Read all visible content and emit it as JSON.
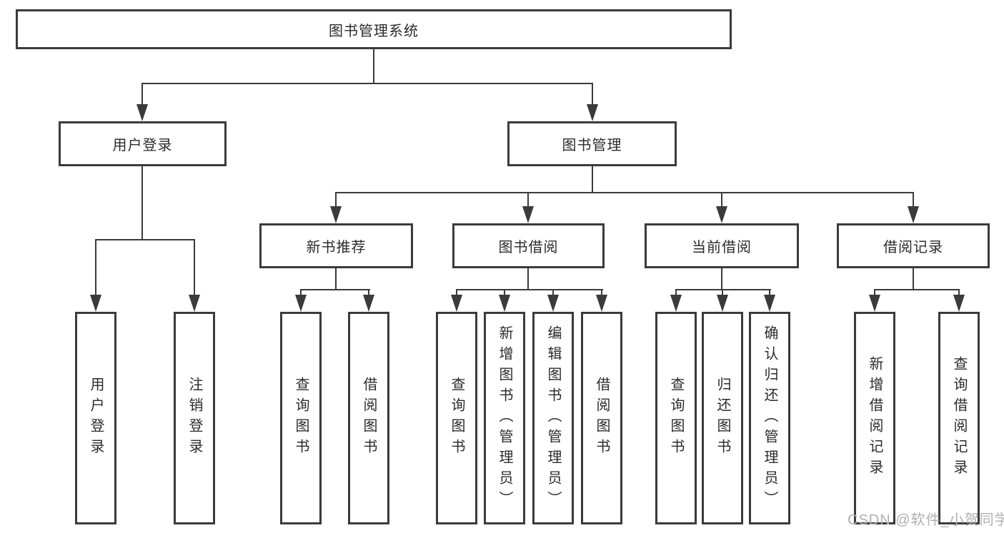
{
  "tree": {
    "root": "图书管理系统",
    "branches": [
      {
        "label": "用户登录",
        "leaves": [
          "用户登录",
          "注销登录"
        ]
      },
      {
        "label": "图书管理",
        "groups": [
          {
            "label": "新书推荐",
            "leaves": [
              "查询图书",
              "借阅图书"
            ]
          },
          {
            "label": "图书借阅",
            "leaves": [
              "查询图书",
              "新增图书（管理员）",
              "编辑图书（管理员）",
              "借阅图书"
            ]
          },
          {
            "label": "当前借阅",
            "leaves": [
              "查询图书",
              "归还图书",
              "确认归还（管理员）"
            ]
          },
          {
            "label": "借阅记录",
            "leaves": [
              "新增借阅记录",
              "查询借阅记录"
            ]
          }
        ]
      }
    ]
  },
  "watermark": "CSDN @软件_小贺同学",
  "colors": {
    "line": "#3b3b3b",
    "text": "#2b2b2b",
    "watermark": "#b0b0b0",
    "background": "#ffffff"
  }
}
